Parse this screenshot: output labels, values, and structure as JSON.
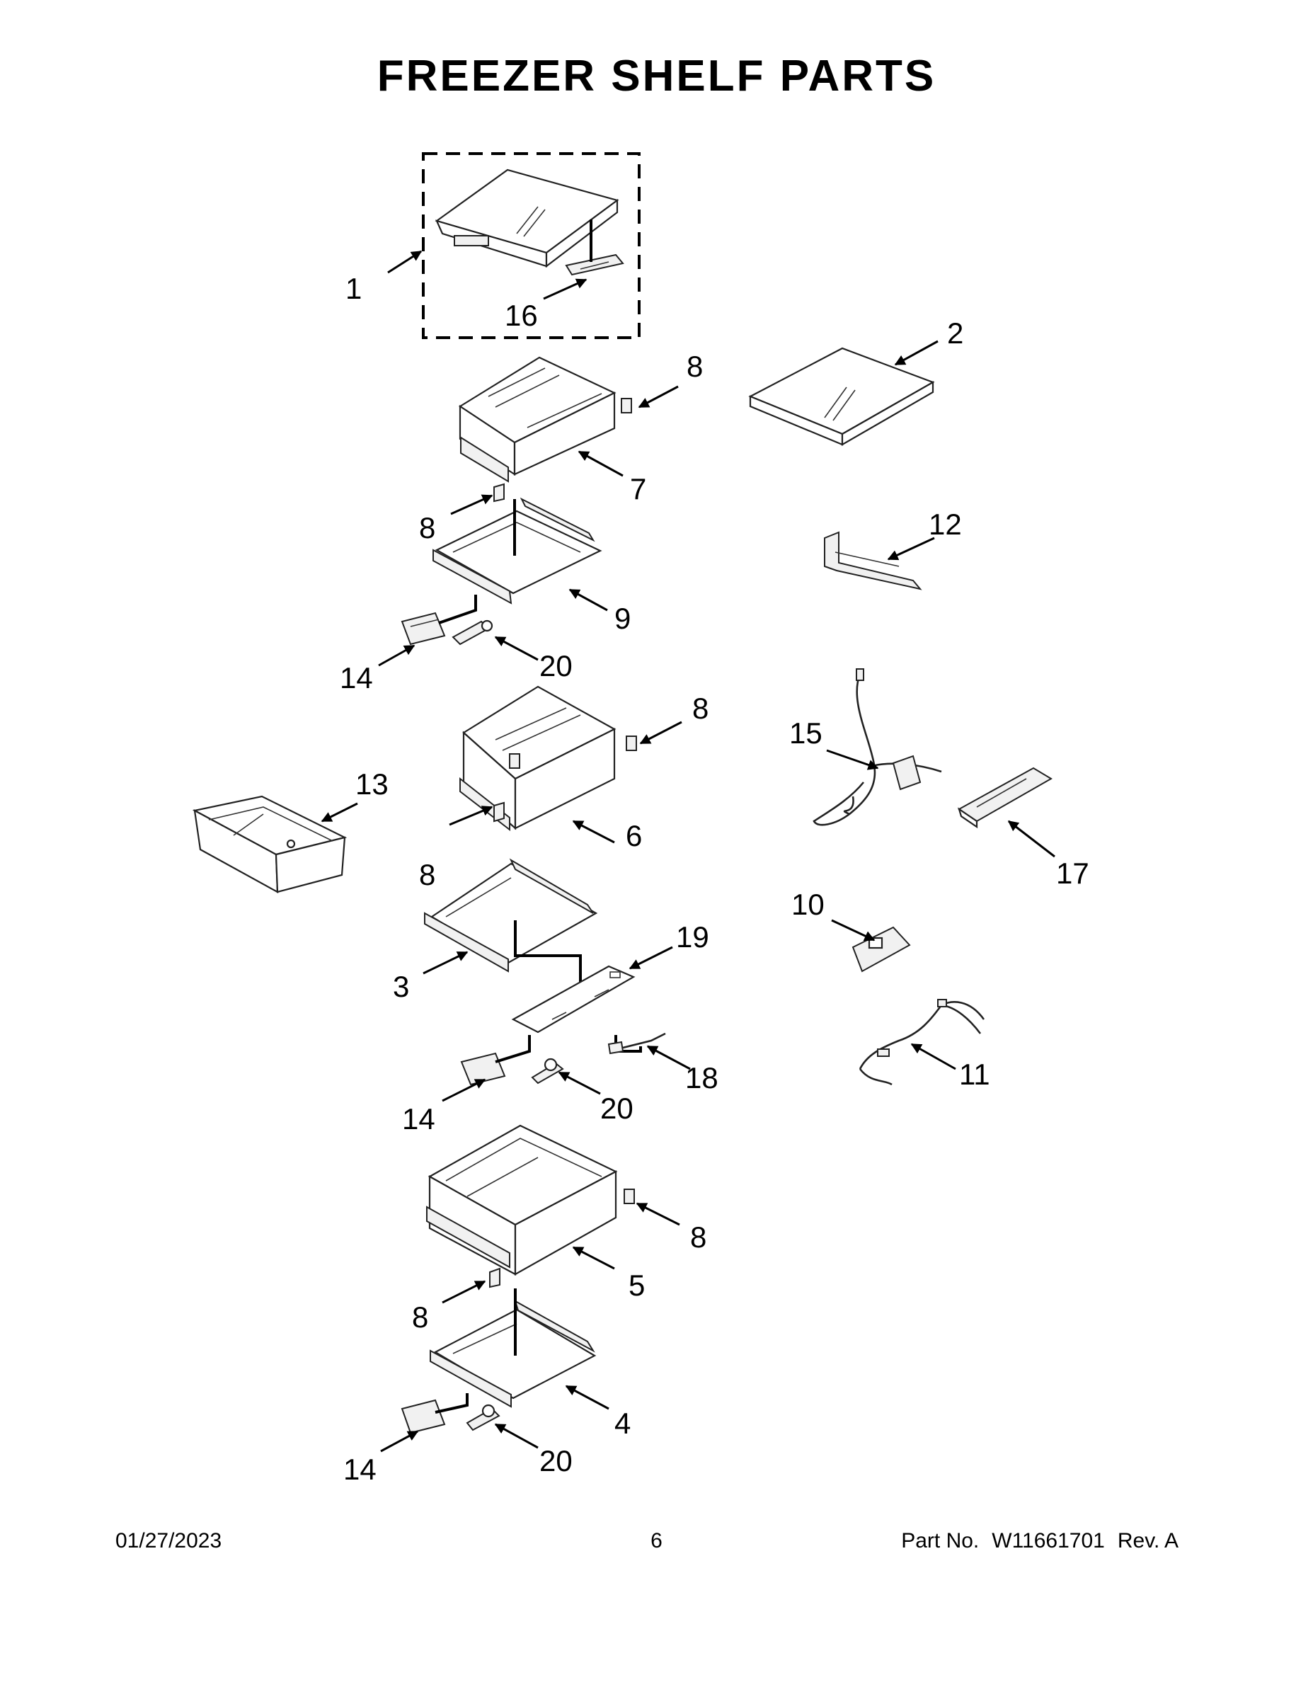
{
  "title": "FREEZER SHELF PARTS",
  "callouts": [
    "1",
    "2",
    "3",
    "4",
    "5",
    "6",
    "7",
    "8",
    "9",
    "10",
    "11",
    "12",
    "13",
    "14",
    "15",
    "16",
    "17",
    "18",
    "19",
    "20"
  ],
  "footer": {
    "date": "01/27/2023",
    "page": "6",
    "part_label": "Part No.",
    "part_number": "W11661701",
    "revision": "Rev. A"
  }
}
